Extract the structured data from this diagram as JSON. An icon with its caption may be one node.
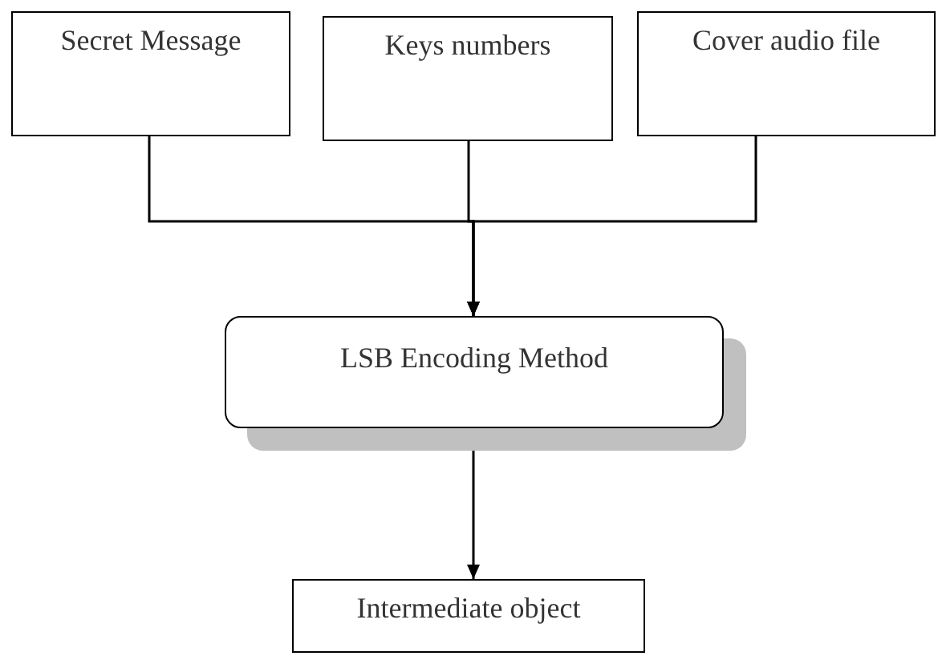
{
  "diagram": {
    "nodes": [
      {
        "text": [
          "Secret Message"
        ]
      },
      {
        "text": [
          "Keys numbers"
        ]
      },
      {
        "text": [
          "Cover audio file"
        ]
      },
      {
        "text": [
          "LSB Encoding Method"
        ]
      },
      {
        "text": [
          "Intermediate object"
        ]
      }
    ],
    "edges": [
      {
        "from": 0,
        "to": 3,
        "arrow": "to"
      },
      {
        "from": 1,
        "to": 3,
        "arrow": "to"
      },
      {
        "from": 2,
        "to": 3,
        "arrow": "to"
      },
      {
        "from": 3,
        "to": 4,
        "arrow": "to"
      }
    ]
  }
}
